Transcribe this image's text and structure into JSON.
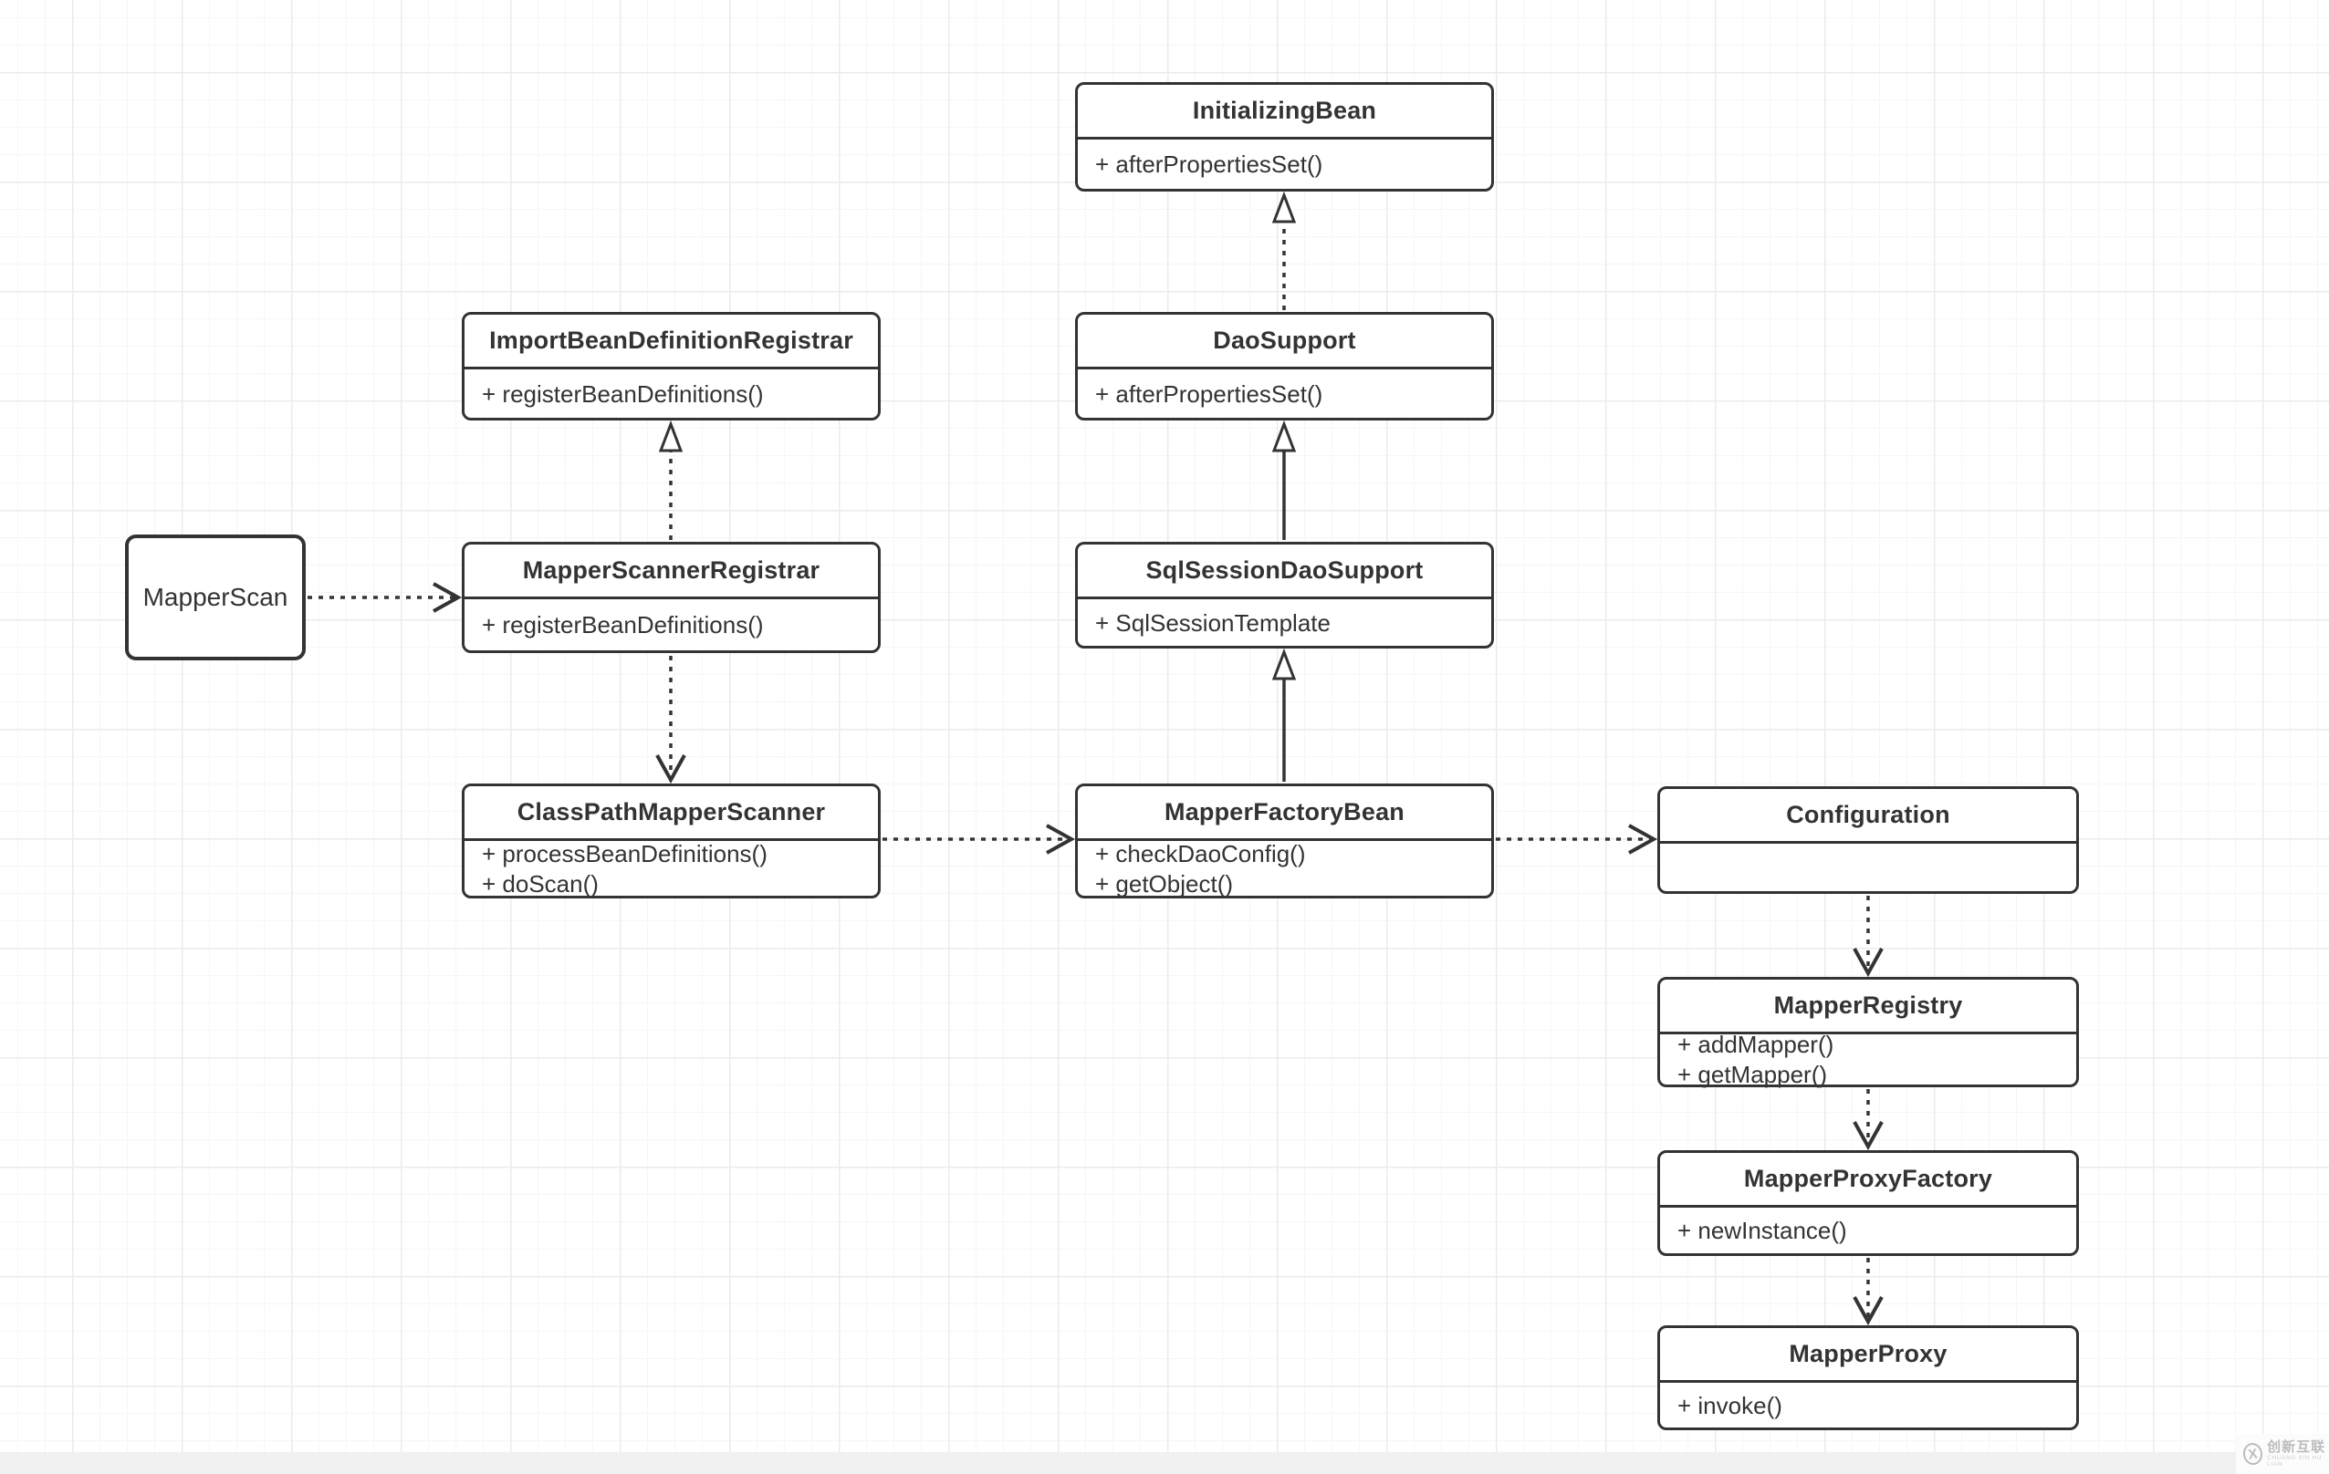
{
  "classes": {
    "initializingBean": {
      "name": "InitializingBean",
      "methods": [
        "+ afterPropertiesSet()"
      ]
    },
    "daoSupport": {
      "name": "DaoSupport",
      "methods": [
        "+ afterPropertiesSet()"
      ]
    },
    "sqlSessionDaoSupport": {
      "name": "SqlSessionDaoSupport",
      "methods": [
        "+ SqlSessionTemplate"
      ]
    },
    "mapperFactoryBean": {
      "name": "MapperFactoryBean",
      "methods": [
        "+ checkDaoConfig()",
        "+ getObject()"
      ]
    },
    "importBeanDefinitionRegistrar": {
      "name": "ImportBeanDefinitionRegistrar",
      "methods": [
        "+ registerBeanDefinitions()"
      ]
    },
    "mapperScannerRegistrar": {
      "name": "MapperScannerRegistrar",
      "methods": [
        "+ registerBeanDefinitions()"
      ]
    },
    "classPathMapperScanner": {
      "name": "ClassPathMapperScanner",
      "methods": [
        "+ processBeanDefinitions()",
        "+ doScan()"
      ]
    },
    "configuration": {
      "name": "Configuration",
      "methods": []
    },
    "mapperRegistry": {
      "name": "MapperRegistry",
      "methods": [
        "+ addMapper()",
        "+ getMapper()"
      ]
    },
    "mapperProxyFactory": {
      "name": "MapperProxyFactory",
      "methods": [
        "+ newInstance()"
      ]
    },
    "mapperProxy": {
      "name": "MapperProxy",
      "methods": [
        "+ invoke()"
      ]
    },
    "mapperScan": {
      "name": "MapperScan",
      "methods": []
    }
  },
  "relations": [
    {
      "from": "DaoSupport",
      "to": "InitializingBean",
      "type": "realization",
      "line": "dotted",
      "arrowhead": "hollow-triangle"
    },
    {
      "from": "SqlSessionDaoSupport",
      "to": "DaoSupport",
      "type": "generalization",
      "line": "solid",
      "arrowhead": "hollow-triangle"
    },
    {
      "from": "MapperFactoryBean",
      "to": "SqlSessionDaoSupport",
      "type": "generalization",
      "line": "solid",
      "arrowhead": "hollow-triangle"
    },
    {
      "from": "MapperScannerRegistrar",
      "to": "ImportBeanDefinitionRegistrar",
      "type": "realization",
      "line": "dotted",
      "arrowhead": "hollow-triangle"
    },
    {
      "from": "MapperScan",
      "to": "MapperScannerRegistrar",
      "type": "dependency",
      "line": "dotted",
      "arrowhead": "open-vee"
    },
    {
      "from": "MapperScannerRegistrar",
      "to": "ClassPathMapperScanner",
      "type": "dependency",
      "line": "dotted",
      "arrowhead": "open-vee"
    },
    {
      "from": "ClassPathMapperScanner",
      "to": "MapperFactoryBean",
      "type": "dependency",
      "line": "dotted",
      "arrowhead": "open-vee"
    },
    {
      "from": "MapperFactoryBean",
      "to": "Configuration",
      "type": "dependency",
      "line": "dotted",
      "arrowhead": "open-vee"
    },
    {
      "from": "Configuration",
      "to": "MapperRegistry",
      "type": "dependency",
      "line": "dotted",
      "arrowhead": "open-vee"
    },
    {
      "from": "MapperRegistry",
      "to": "MapperProxyFactory",
      "type": "dependency",
      "line": "dotted",
      "arrowhead": "open-vee"
    },
    {
      "from": "MapperProxyFactory",
      "to": "MapperProxy",
      "type": "dependency",
      "line": "dotted",
      "arrowhead": "open-vee"
    }
  ],
  "watermark": {
    "logo": "circle-x-icon",
    "logo_glyph": "X",
    "brand": "创新互联",
    "subtitle": "CHUANG XIN HU LIAN"
  },
  "colors": {
    "stroke": "#333333",
    "grid_minor": "#f6f6f8",
    "grid_major": "#ebebed",
    "footer_strip": "#f1f1f2",
    "watermark_gray": "#bcbcbf"
  }
}
